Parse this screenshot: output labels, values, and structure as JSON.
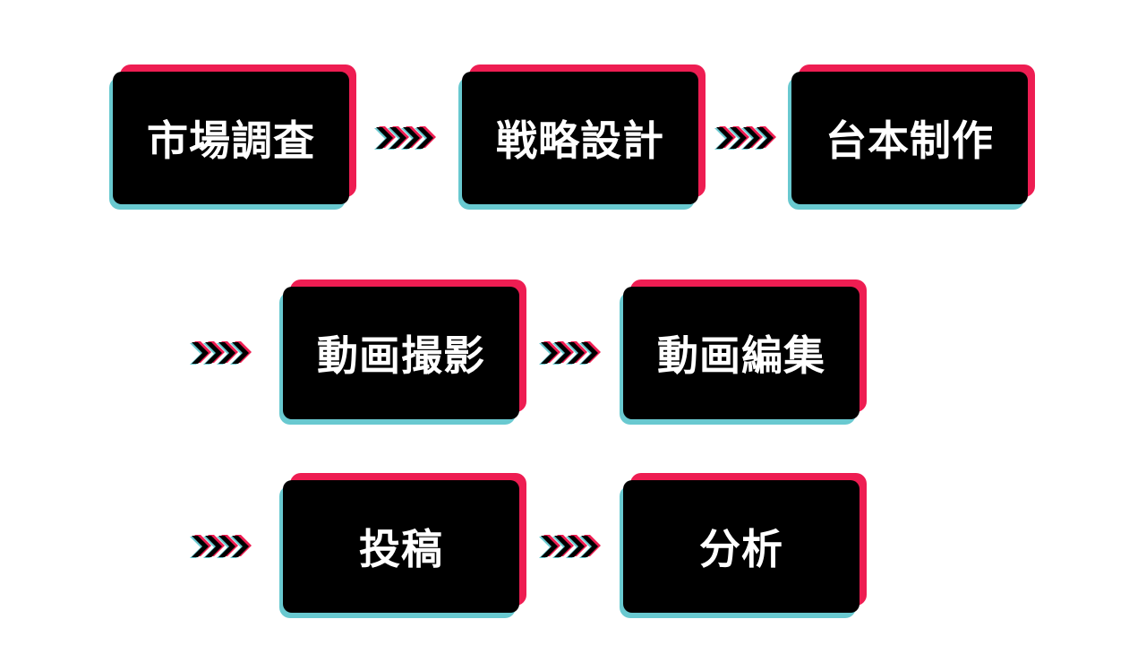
{
  "colors": {
    "box": "#000000",
    "text": "#ffffff",
    "accent_red": "#ee1d52",
    "accent_cyan": "#69c9d0"
  },
  "steps": [
    {
      "label": "市場調査"
    },
    {
      "label": "戦略設計"
    },
    {
      "label": "台本制作"
    },
    {
      "label": "動画撮影"
    },
    {
      "label": "動画編集"
    },
    {
      "label": "投稿"
    },
    {
      "label": "分析"
    }
  ],
  "arrow_icon": "triple-chevron-right-icon"
}
